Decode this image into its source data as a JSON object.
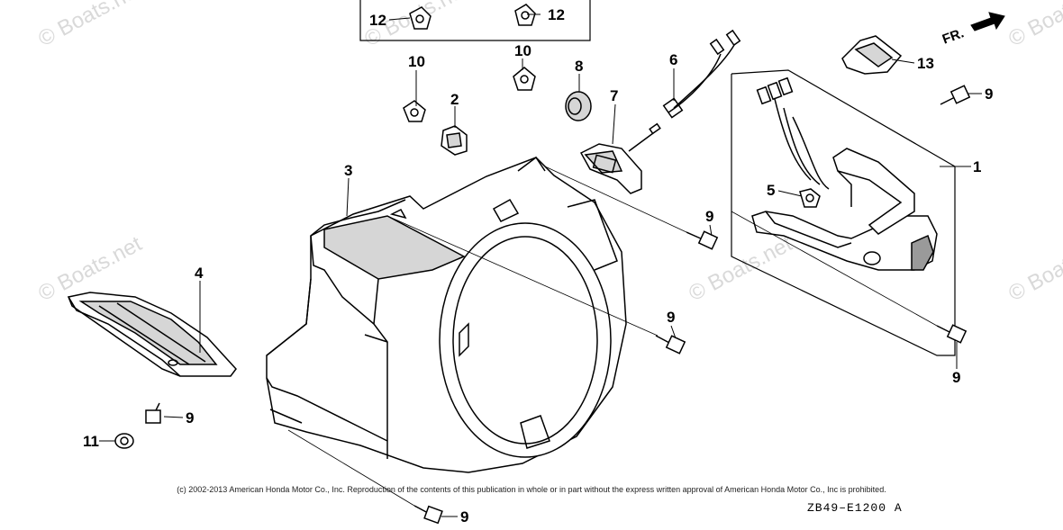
{
  "diagram": {
    "callouts": [
      {
        "id": "c12a",
        "text": "12"
      },
      {
        "id": "c12b",
        "text": "12"
      },
      {
        "id": "c10a",
        "text": "10"
      },
      {
        "id": "c10b",
        "text": "10"
      },
      {
        "id": "c2",
        "text": "2"
      },
      {
        "id": "c8",
        "text": "8"
      },
      {
        "id": "c7",
        "text": "7"
      },
      {
        "id": "c6",
        "text": "6"
      },
      {
        "id": "c13",
        "text": "13"
      },
      {
        "id": "c9a",
        "text": "9"
      },
      {
        "id": "c1",
        "text": "1"
      },
      {
        "id": "c5",
        "text": "5"
      },
      {
        "id": "c3",
        "text": "3"
      },
      {
        "id": "c9b",
        "text": "9"
      },
      {
        "id": "c4",
        "text": "4"
      },
      {
        "id": "c9c",
        "text": "9"
      },
      {
        "id": "c9d",
        "text": "9"
      },
      {
        "id": "c9e",
        "text": "9"
      },
      {
        "id": "c11",
        "text": "11"
      },
      {
        "id": "c9f",
        "text": "9"
      }
    ],
    "direction_label": "FR.",
    "watermark": "© Boats.net",
    "copyright": "(c) 2002-2013 American Honda Motor Co., Inc. Reproduction of the contents of this publication in whole or in part without the express written approval of American Honda Motor Co., Inc is prohibited.",
    "diagram_code": "ZB49–E1200 A"
  }
}
